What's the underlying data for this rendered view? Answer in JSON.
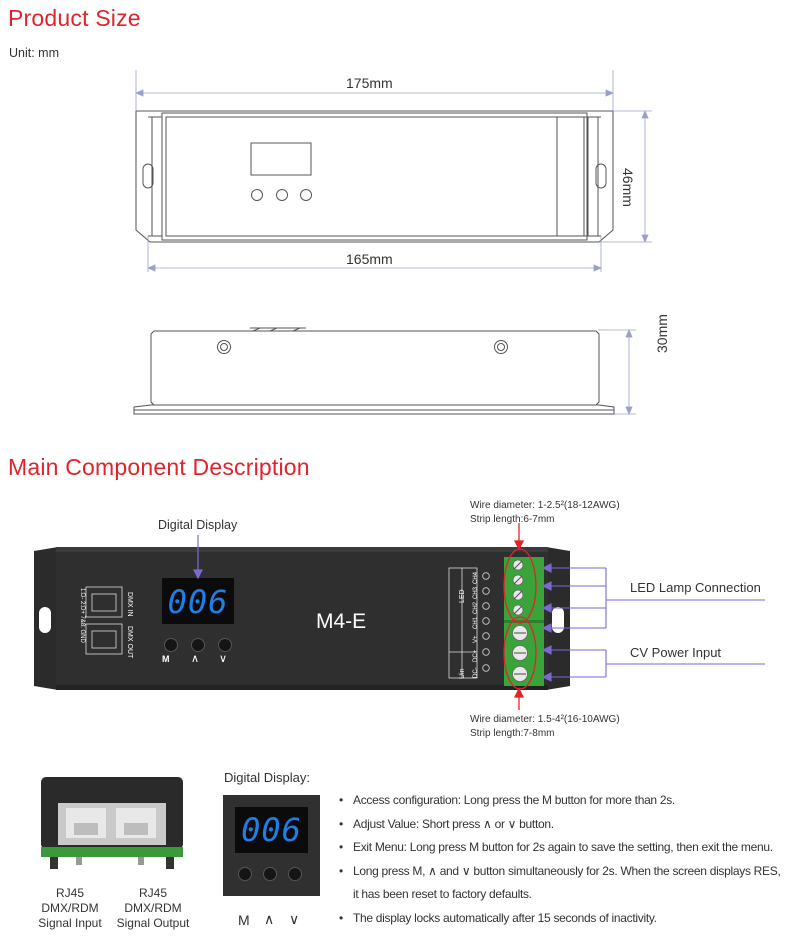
{
  "product_size": {
    "heading": "Product Size",
    "unit": "Unit: mm",
    "dims": {
      "w175": "175mm",
      "w165": "165mm",
      "h46": "46mm",
      "h30": "30mm"
    }
  },
  "main_component": {
    "heading": "Main Component Description",
    "digital_display_label": "Digital Display",
    "model": "M4-E",
    "display_digits": "006",
    "wire_top": {
      "diameter": "Wire diameter: 1-2.5²(18-12AWG)",
      "strip": "Strip length:6-7mm"
    },
    "wire_bottom": {
      "diameter": "Wire diameter: 1.5-4²(16-10AWG)",
      "strip": "Strip length:7-8mm"
    },
    "led_lamp_connection": "LED Lamp Connection",
    "cv_power_input": "CV Power Input",
    "device_labels": {
      "dmx_in": "DMX IN",
      "dmx_out": "DMX OUT",
      "pins": "1:D-   2:D+   7&8: GND",
      "led": "LED",
      "ch4": "CH4",
      "ch3": "CH3",
      "ch2": "CH2",
      "ch1": "CH1",
      "vplus": "V+",
      "uin": "Uin",
      "dcplus": "DC+",
      "dcminus": "DC-",
      "btn_m": "M",
      "btn_up": "∧",
      "btn_down": "∨"
    }
  },
  "rj45": {
    "input_caption": [
      "RJ45",
      "DMX/RDM",
      "Signal Input"
    ],
    "output_caption": [
      "RJ45",
      "DMX/RDM",
      "Signal Output"
    ]
  },
  "digital_display_section": {
    "title": "Digital Display:",
    "digits": "006",
    "button_labels": [
      "M",
      "∧",
      "∨"
    ],
    "bullets": [
      "Access configuration: Long press the M button for more than 2s.",
      "Adjust Value: Short press ∧ or ∨ button.",
      "Exit Menu: Long press M button for 2s again to save the setting, then  exit the menu.",
      "Long press M, ∧ and ∨ button simultaneously for 2s. When the screen displays RES,",
      "it has been reset to factory defaults.",
      "The display locks automatically after 15 seconds of inactivity."
    ]
  },
  "colors": {
    "accent_red": "#e1232b",
    "display_blue": "#1e7fe6",
    "terminal_green": "#3aa43a",
    "arrow_purple": "#7a6ad0"
  }
}
